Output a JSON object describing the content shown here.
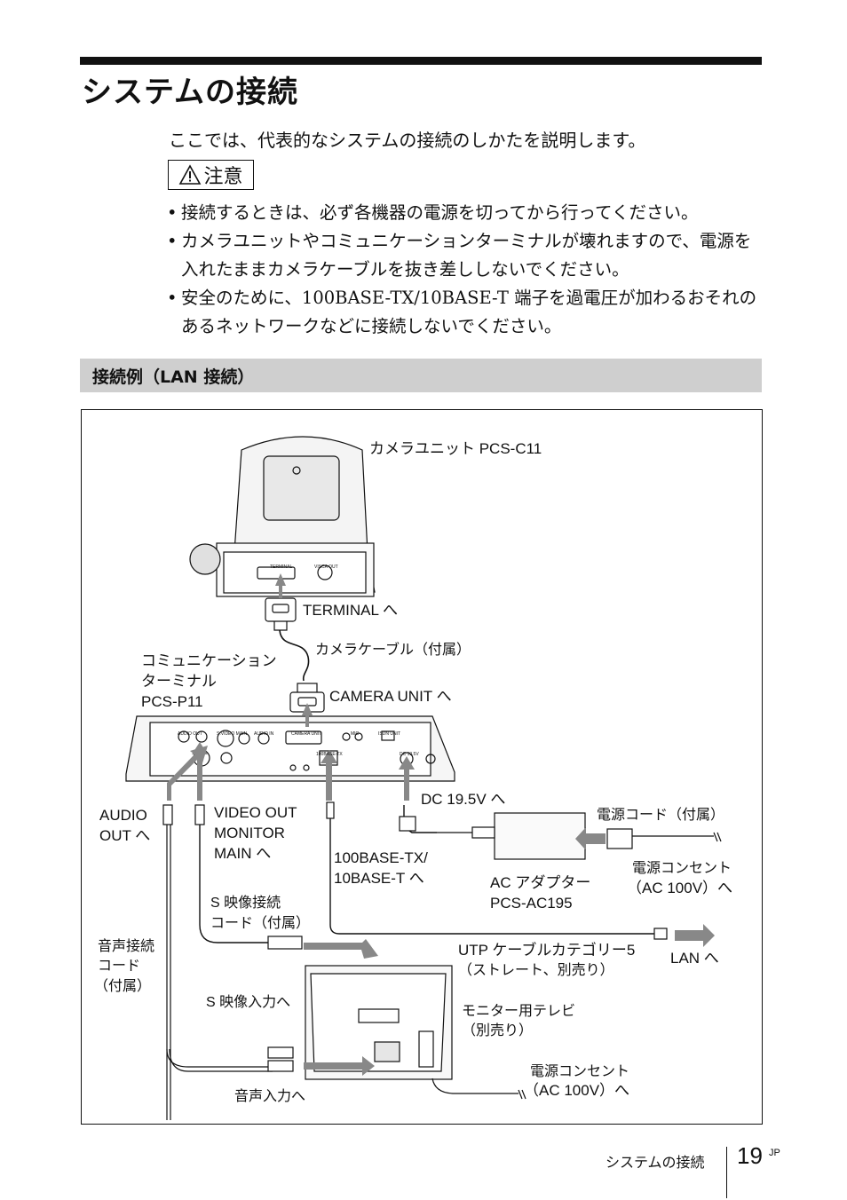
{
  "page": {
    "title": "システムの接続",
    "intro": "ここでは、代表的なシステムの接続のしかたを説明します。",
    "caution_label": "注意",
    "bullets": [
      "接続するときは、必ず各機器の電源を切ってから行ってください。",
      "カメラユニットやコミュニケーションターミナルが壊れますので、電源を入れたままカメラケーブルを抜き差ししないでください。",
      "安全のために、100BASE-TX/10BASE-T 端子を過電圧が加わるおそれのあるネットワークなどに接続しないでください。"
    ],
    "section_heading": "接続例（LAN 接続）"
  },
  "diagram": {
    "camera_unit": "カメラユニット PCS-C11",
    "camera_panel_terminal": "TERMINAL",
    "camera_panel_visca": "VISCA OUT",
    "terminal_to": "TERMINAL へ",
    "camera_cable": "カメラケーブル（付属）",
    "comm_terminal": "コミュニケーション",
    "comm_terminal_2": "ターミナル",
    "comm_terminal_3": "PCS-P11",
    "camera_unit_to": "CAMERA UNIT へ",
    "audio_out_1": "AUDIO",
    "audio_out_2": "OUT へ",
    "video_out_1": "VIDEO OUT",
    "video_out_2": "MONITOR",
    "video_out_3": "MAIN へ",
    "dc_to": "DC 19.5V へ",
    "power_cord": "電源コード（付属）",
    "lan_port_1": "100BASE-TX/",
    "lan_port_2": "10BASE-T へ",
    "ac_adapter_1": "AC アダプター",
    "ac_adapter_2": "PCS-AC195",
    "outlet_1": "電源コンセント",
    "outlet_2": "（AC 100V）へ",
    "s_video_cord_1": "S 映像接続",
    "s_video_cord_2": "コード（付属）",
    "audio_cord_1": "音声接続",
    "audio_cord_2": "コード",
    "audio_cord_3": "（付属）",
    "utp_1": "UTP ケーブルカテゴリー5",
    "utp_2": "（ストレート、別売り）",
    "lan_to": "LAN へ",
    "s_video_in": "S 映像入力へ",
    "monitor_tv_1": "モニター用テレビ",
    "monitor_tv_2": "（別売り）",
    "outlet2_1": "電源コンセント",
    "outlet2_2": "（AC 100V）へ",
    "audio_in": "音声入力へ",
    "panel_labels": {
      "audio_out": "AUDIO OUT",
      "video": "S.VIDEO  MAIN",
      "audio_in": "AUDIO IN",
      "camera_unit": "CAMERA UNIT",
      "mic": "MIC",
      "isdn": "ISDN UNIT",
      "lan": "100BASE-TX",
      "dc": "DC 19.5V"
    }
  },
  "footer": {
    "section": "システムの接続",
    "page_number": "19",
    "page_suffix": "JP"
  }
}
